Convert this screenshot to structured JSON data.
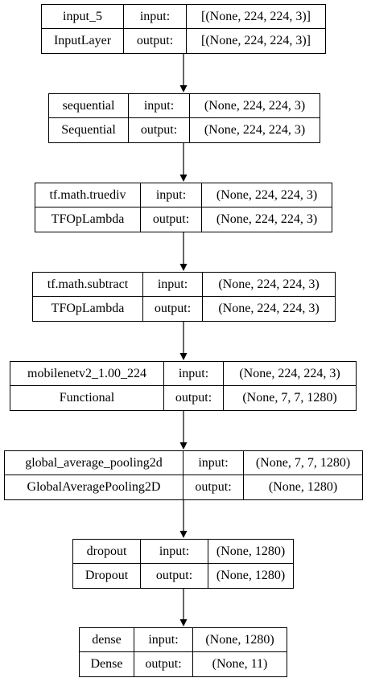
{
  "nodes": [
    {
      "name": "input_5",
      "type": "InputLayer",
      "input_label": "input:",
      "input_shape": "[(None, 224, 224, 3)]",
      "output_label": "output:",
      "output_shape": "[(None, 224, 224, 3)]"
    },
    {
      "name": "sequential",
      "type": "Sequential",
      "input_label": "input:",
      "input_shape": "(None, 224, 224, 3)",
      "output_label": "output:",
      "output_shape": "(None, 224, 224, 3)"
    },
    {
      "name": "tf.math.truediv",
      "type": "TFOpLambda",
      "input_label": "input:",
      "input_shape": "(None, 224, 224, 3)",
      "output_label": "output:",
      "output_shape": "(None, 224, 224, 3)"
    },
    {
      "name": "tf.math.subtract",
      "type": "TFOpLambda",
      "input_label": "input:",
      "input_shape": "(None, 224, 224, 3)",
      "output_label": "output:",
      "output_shape": "(None, 224, 224, 3)"
    },
    {
      "name": "mobilenetv2_1.00_224",
      "type": "Functional",
      "input_label": "input:",
      "input_shape": "(None, 224, 224, 3)",
      "output_label": "output:",
      "output_shape": "(None, 7, 7, 1280)"
    },
    {
      "name": "global_average_pooling2d",
      "type": "GlobalAveragePooling2D",
      "input_label": "input:",
      "input_shape": "(None, 7, 7, 1280)",
      "output_label": "output:",
      "output_shape": "(None, 1280)"
    },
    {
      "name": "dropout",
      "type": "Dropout",
      "input_label": "input:",
      "input_shape": "(None, 1280)",
      "output_label": "output:",
      "output_shape": "(None, 1280)"
    },
    {
      "name": "dense",
      "type": "Dense",
      "input_label": "input:",
      "input_shape": "(None, 1280)",
      "output_label": "output:",
      "output_shape": "(None, 11)"
    }
  ],
  "edges": [
    [
      0,
      1
    ],
    [
      1,
      2
    ],
    [
      2,
      3
    ],
    [
      3,
      4
    ],
    [
      4,
      5
    ],
    [
      5,
      6
    ],
    [
      6,
      7
    ]
  ]
}
